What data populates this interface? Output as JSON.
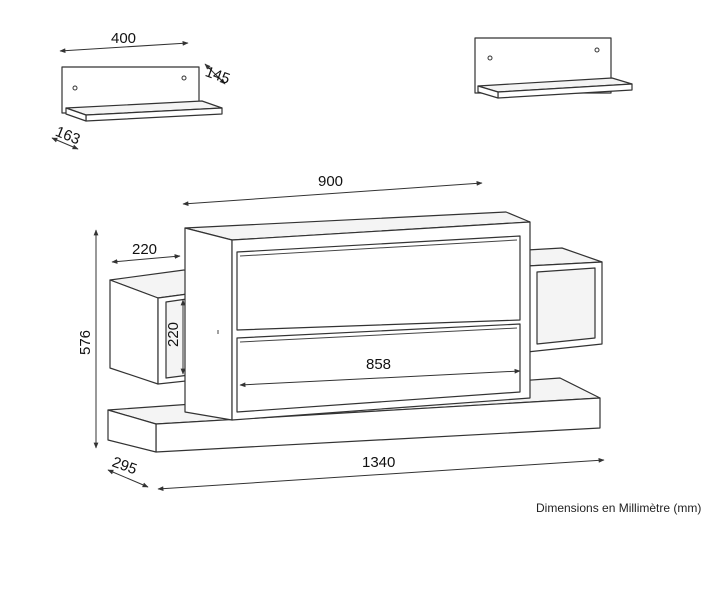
{
  "dimensions": {
    "shelf_width": "400",
    "shelf_depth_top": "145",
    "shelf_depth_bottom": "163",
    "cabinet_width": "900",
    "side_shelf_width": "220",
    "side_shelf_height": "220",
    "total_height": "576",
    "drawer_width": "858",
    "base_depth": "295",
    "total_width": "1340"
  },
  "note": "Dimensions en Millimètre (mm)"
}
